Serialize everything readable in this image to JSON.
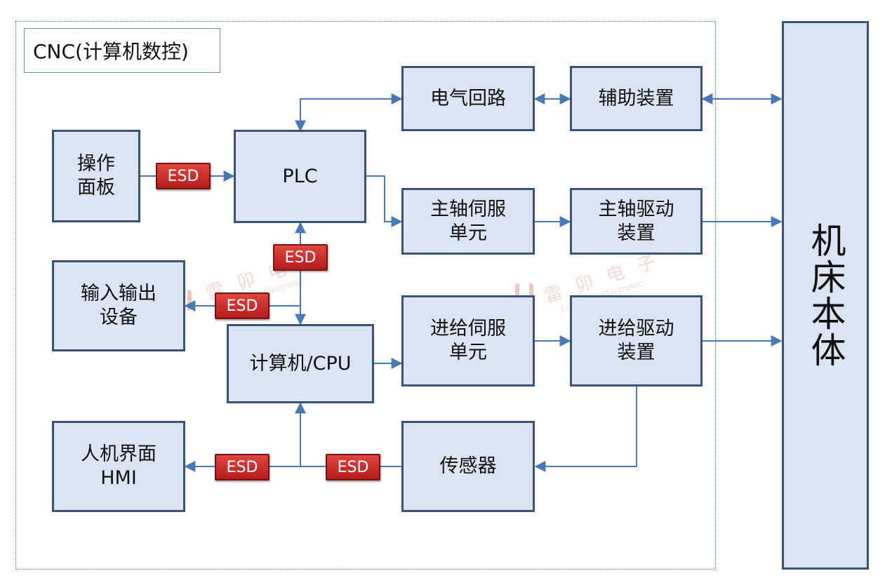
{
  "diagram": {
    "title": "CNC(计算机数控)",
    "nodes": {
      "operator_panel": [
        "操作",
        "面板"
      ],
      "plc": [
        "PLC"
      ],
      "io_device": [
        "输入输出",
        "设备"
      ],
      "cpu": [
        "计算机/CPU"
      ],
      "hmi": [
        "人机界面",
        "HMI"
      ],
      "electrical_circuit": [
        "电气回路"
      ],
      "aux_device": [
        "辅助装置"
      ],
      "spindle_servo": [
        "主轴伺服",
        "单元"
      ],
      "spindle_drive": [
        "主轴驱动",
        "装置"
      ],
      "feed_servo": [
        "进给伺服",
        "单元"
      ],
      "feed_drive": [
        "进给驱动",
        "装置"
      ],
      "sensor": [
        "传感器"
      ],
      "machine_body": "机床本体"
    },
    "esd_label": "ESD",
    "watermark": {
      "cn": "雷 卯 电 子",
      "en": "Leiditech Electronic"
    },
    "colors": {
      "node_fill": "#dbe5f1",
      "node_border": "#3a5278",
      "esd": "#c62828",
      "link": "#4a78b5"
    }
  }
}
